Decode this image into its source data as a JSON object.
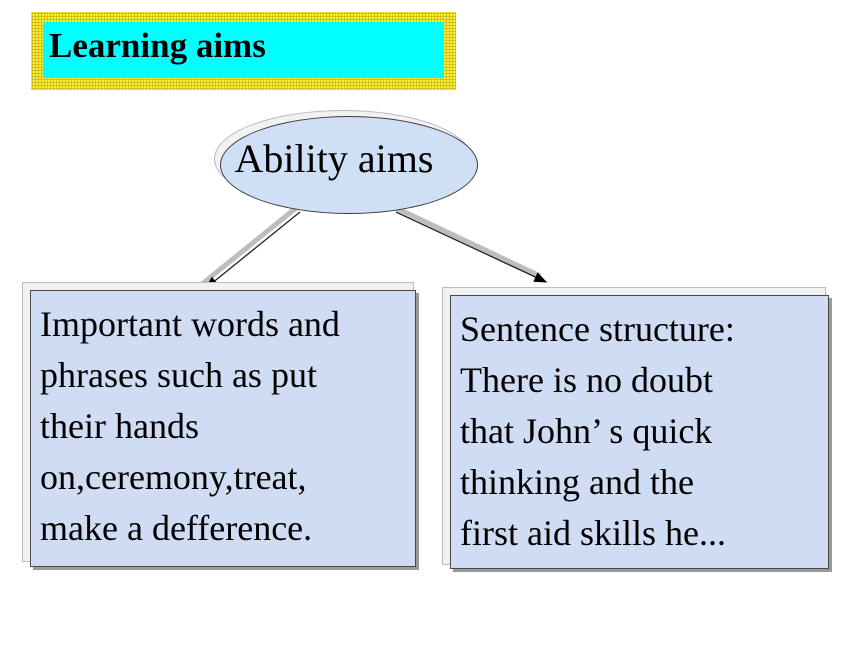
{
  "title": "Learning aims",
  "center_node": "Ability aims",
  "left_box": "Important words and\nphrases such as put\ntheir hands\non,ceremony,treat,\nmake a defference.",
  "right_box": "Sentence structure:\nThere is no doubt\nthat John’ s quick\nthinking and the\nfirst aid skills he...",
  "colors": {
    "title_bg": "#00ffff",
    "frame_bg": "#f4ef3a",
    "node_fill": "#cfdcf3"
  }
}
